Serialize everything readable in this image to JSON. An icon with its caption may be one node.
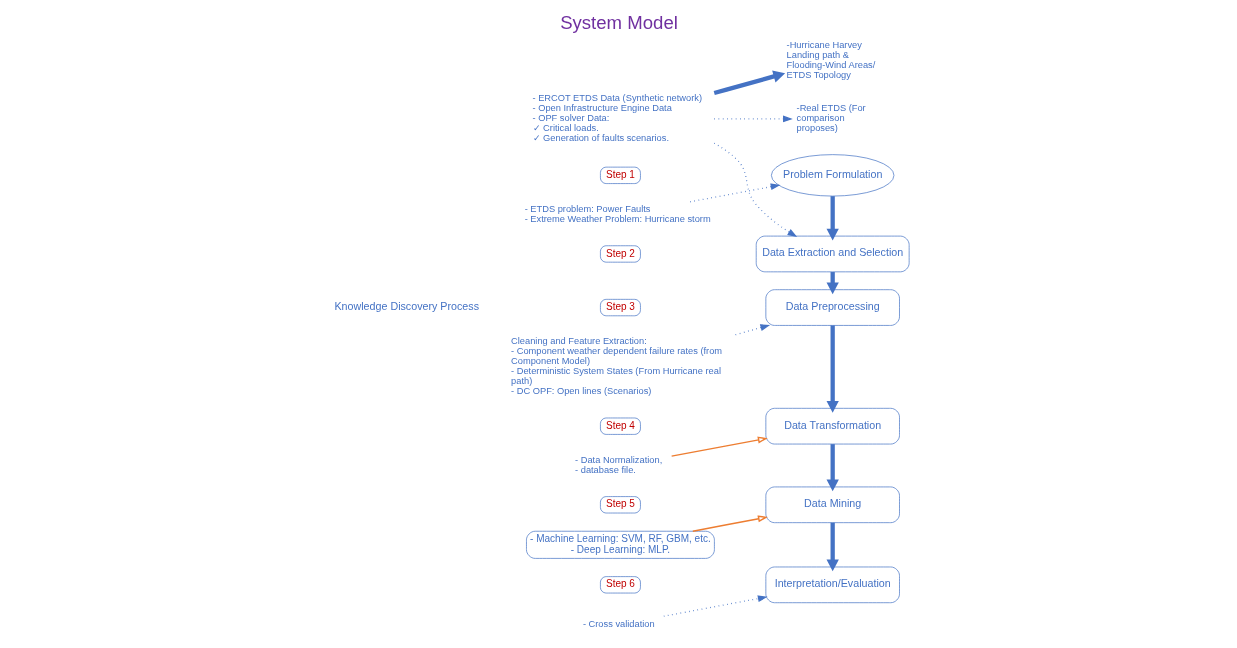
{
  "diagram": {
    "title": "System Model",
    "nodes": [
      {
        "text": [
          "Problem Formulation"
        ]
      },
      {
        "text": [
          "Data Extraction and Selection"
        ]
      },
      {
        "text": [
          "Data Preprocessing"
        ]
      },
      {
        "text": [
          "Data Transformation"
        ]
      },
      {
        "text": [
          "Data Mining"
        ]
      },
      {
        "text": [
          "Interpretation/Evaluation"
        ]
      },
      {
        "text": [
          "Step 1"
        ]
      },
      {
        "text": [
          "Step 2"
        ]
      },
      {
        "text": [
          "Step 3"
        ]
      },
      {
        "text": [
          "Step 4"
        ]
      },
      {
        "text": [
          "Step 5"
        ]
      },
      {
        "text": [
          "Step 6"
        ]
      },
      {
        "text": [
          "- ETDS problem: Power Faults",
          "- Extreme Weather Problem: Hurricane storm"
        ]
      },
      {
        "text": [
          "- ERCOT ETDS Data (Synthetic network)",
          "- Open Infrastructure Engine Data",
          "- OPF solver Data:",
          "✓ Critical loads.",
          "✓ Generation of faults scenarios."
        ]
      },
      {
        "text": [
          "-Hurricane Harvey Landing path & Flooding-Wind Areas/ ETDS Topology"
        ]
      },
      {
        "text": [
          "-Real ETDS (For comparison proposes)"
        ]
      },
      {
        "text": [
          "Cleaning and Feature Extraction:",
          "- Component weather dependent failure rates (from Component Model)",
          "- Deterministic System States (From Hurricane real path)",
          "- DC OPF: Open lines (Scenarios)"
        ]
      },
      {
        "text": [
          "- Data Normalization,",
          "- database file."
        ]
      },
      {
        "text": [
          "- Machine Learning: SVM, RF, GBM, etc.",
          "- Deep Learning: MLP."
        ]
      },
      {
        "text": [
          "- Cross validation"
        ]
      }
    ],
    "edges": [
      {
        "from": 0,
        "to": 1,
        "arrow": "to",
        "style": "thick"
      },
      {
        "from": 1,
        "to": 2,
        "arrow": "to",
        "style": "thick"
      },
      {
        "from": 2,
        "to": 3,
        "arrow": "to",
        "style": "thick"
      },
      {
        "from": 3,
        "to": 4,
        "arrow": "to",
        "style": "thick"
      },
      {
        "from": 4,
        "to": 5,
        "arrow": "to",
        "style": "thick"
      },
      {
        "from": 12,
        "to": 0,
        "arrow": "to",
        "style": "dashed"
      },
      {
        "from": 13,
        "to": 1,
        "arrow": "to",
        "style": "dashed"
      },
      {
        "from": 13,
        "to": 14,
        "arrow": "to",
        "style": "thick"
      },
      {
        "from": 13,
        "to": 15,
        "arrow": "to",
        "style": "dashed"
      },
      {
        "from": 16,
        "to": 2,
        "arrow": "to",
        "style": "dashed"
      },
      {
        "from": 17,
        "to": 3,
        "arrow": "to",
        "color": "#ed7d31"
      },
      {
        "from": 18,
        "to": 4,
        "arrow": "to",
        "color": "#ed7d31"
      },
      {
        "from": 19,
        "to": 5,
        "arrow": "to",
        "style": "dashed"
      }
    ],
    "labels": [
      "Knowledge Discovery Process"
    ]
  }
}
